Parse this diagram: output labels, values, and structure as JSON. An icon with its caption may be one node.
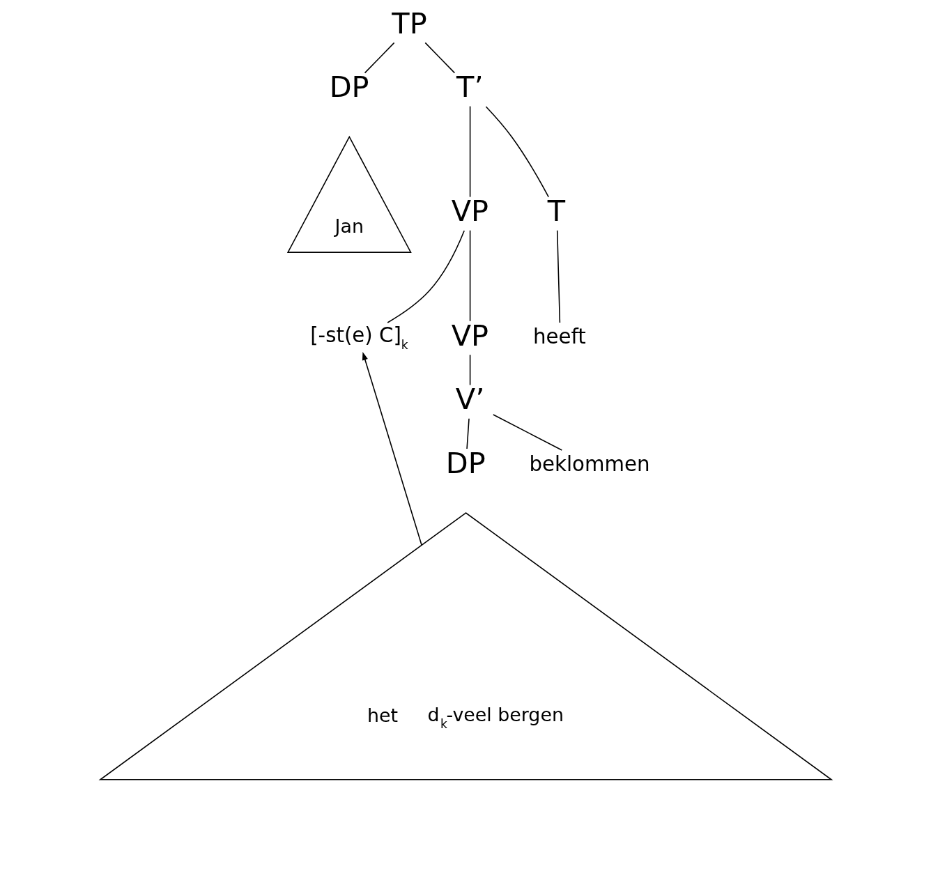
{
  "diagram": {
    "nodes": [
      {
        "text": [
          "TP"
        ]
      },
      {
        "text": [
          "DP"
        ]
      },
      {
        "text": [
          "T’"
        ]
      },
      {
        "text": [
          "Jan"
        ]
      },
      {
        "text": [
          "VP"
        ]
      },
      {
        "text": [
          "T"
        ]
      },
      {
        "text": [
          "[-st(e) C]$_{k}$"
        ]
      },
      {
        "text": [
          "VP"
        ]
      },
      {
        "text": [
          "heeft"
        ]
      },
      {
        "text": [
          "V’"
        ]
      },
      {
        "text": [
          "DP"
        ]
      },
      {
        "text": [
          "beklommen"
        ]
      },
      {
        "text": [
          "het",
          "d$_{k}$-veel bergen"
        ]
      }
    ],
    "edges": [
      {
        "from": 0,
        "to": 1,
        "arrow": "none"
      },
      {
        "from": 0,
        "to": 2,
        "arrow": "none"
      },
      {
        "from": 2,
        "to": 4,
        "arrow": "none"
      },
      {
        "from": 2,
        "to": 5,
        "arrow": "none"
      },
      {
        "from": 4,
        "to": 6,
        "arrow": "none"
      },
      {
        "from": 4,
        "to": 7,
        "arrow": "none"
      },
      {
        "from": 5,
        "to": 8,
        "arrow": "none"
      },
      {
        "from": 7,
        "to": 9,
        "arrow": "none"
      },
      {
        "from": 9,
        "to": 10,
        "arrow": "none"
      },
      {
        "from": 9,
        "to": 11,
        "arrow": "none"
      },
      {
        "from": 12,
        "to": 6,
        "arrow": "to"
      }
    ]
  }
}
